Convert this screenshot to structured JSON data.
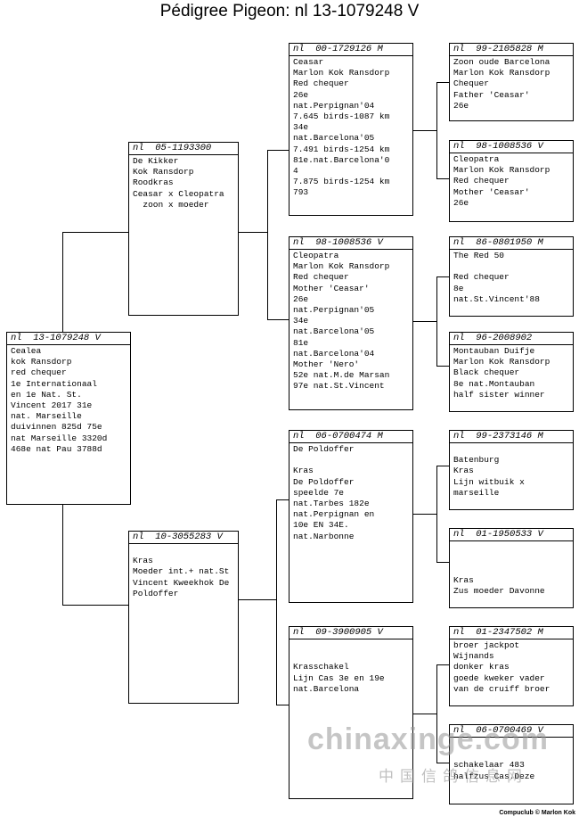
{
  "title": "Pédigree Pigeon: nl  13-1079248 V",
  "pigeons": [
    {
      "id": "g0",
      "prefix": "nl",
      "ring": "13-1079248 V",
      "text": "Cealea\nkok Ransdorp\nred chequer\n1e Internationaal\nen 1e Nat. St.\nVincent 2017 31e\nnat. Marseille\nduivinnen 825d 75e\nnat Marseille 3320d\n468e nat Pau 3788d"
    },
    {
      "id": "g1a",
      "prefix": "nl",
      "ring": "05-1193300",
      "text": "De Kikker\nKok Ransdorp\nRoodkras\nCeasar x Cleopatra\n  zoon x moeder"
    },
    {
      "id": "g1b",
      "prefix": "nl",
      "ring": "10-3055283 V",
      "text": "\nKras\nMoeder int.+ nat.St\nVincent Kweekhok De\nPoldoffer"
    },
    {
      "id": "g2a",
      "prefix": "nl",
      "ring": "00-1729126 M",
      "text": "Ceasar\nMarlon Kok Ransdorp\nRed chequer\n26e\nnat.Perpignan'04\n7.645 birds-1087 km\n34e\nnat.Barcelona'05\n7.491 birds-1254 km\n81e.nat.Barcelona'0\n4\n7.875 birds-1254 km\n793"
    },
    {
      "id": "g2b",
      "prefix": "nl",
      "ring": "98-1008536 V",
      "text": "Cleopatra\nMarlon Kok Ransdorp\nRed chequer\nMother 'Ceasar'\n26e\nnat.Perpignan'05\n34e\nnat.Barcelona'05\n81e\nnat.Barcelona'04\nMother 'Nero'\n52e nat.M.de Marsan\n97e nat.St.Vincent"
    },
    {
      "id": "g2c",
      "prefix": "nl",
      "ring": "06-0700474 M",
      "text": "De Poldoffer\n\nKras\nDe Poldoffer\nspeelde 7e\nnat.Tarbes 182e\nnat.Perpignan en\n10e EN 34E.\nnat.Narbonne"
    },
    {
      "id": "g2d",
      "prefix": "nl",
      "ring": "09-3900905 V",
      "text": "\n\nKrasschakel\nLijn Cas 3e en 19e\nnat.Barcelona"
    },
    {
      "id": "g3a",
      "prefix": "nl",
      "ring": "99-2105828 M",
      "text": "Zoon oude Barcelona\nMarlon Kok Ransdorp\nChequer\nFather 'Ceasar'\n26e"
    },
    {
      "id": "g3b",
      "prefix": "nl",
      "ring": "98-1008536 V",
      "text": "Cleopatra\nMarlon Kok Ransdorp\nRed chequer\nMother 'Ceasar'\n26e"
    },
    {
      "id": "g3c",
      "prefix": "nl",
      "ring": "86-0801950 M",
      "text": "The Red 50\n\nRed chequer\n8e\nnat.St.Vincent'88"
    },
    {
      "id": "g3d",
      "prefix": "nl",
      "ring": "96-2008902",
      "text": "Montauban Duifje\nMarlon Kok Ransdorp\nBlack chequer\n8e nat.Montauban\nhalf sister winner"
    },
    {
      "id": "g3e",
      "prefix": "nl",
      "ring": "99-2373146 M",
      "text": "\nBatenburg\nKras\nLijn witbuik x\nmarseille"
    },
    {
      "id": "g3f",
      "prefix": "nl",
      "ring": "01-1950533 V",
      "text": "\n\n\nKras\nZus moeder Davonne"
    },
    {
      "id": "g3g",
      "prefix": "nl",
      "ring": "01-2347502 M",
      "text": "broer jackpot\nWijnands\ndonker kras\ngoede kweker vader\nvan de cruiff broer"
    },
    {
      "id": "g3h",
      "prefix": "nl",
      "ring": "06-0700469 V",
      "text": "\n\nschakelaar 483\nhalfzus Cas.Deze"
    }
  ],
  "footer": "Compuclub © Marlon Kok",
  "watermark": {
    "main": "chinaxinge.com",
    "sub": "中国信鸽信息网"
  }
}
